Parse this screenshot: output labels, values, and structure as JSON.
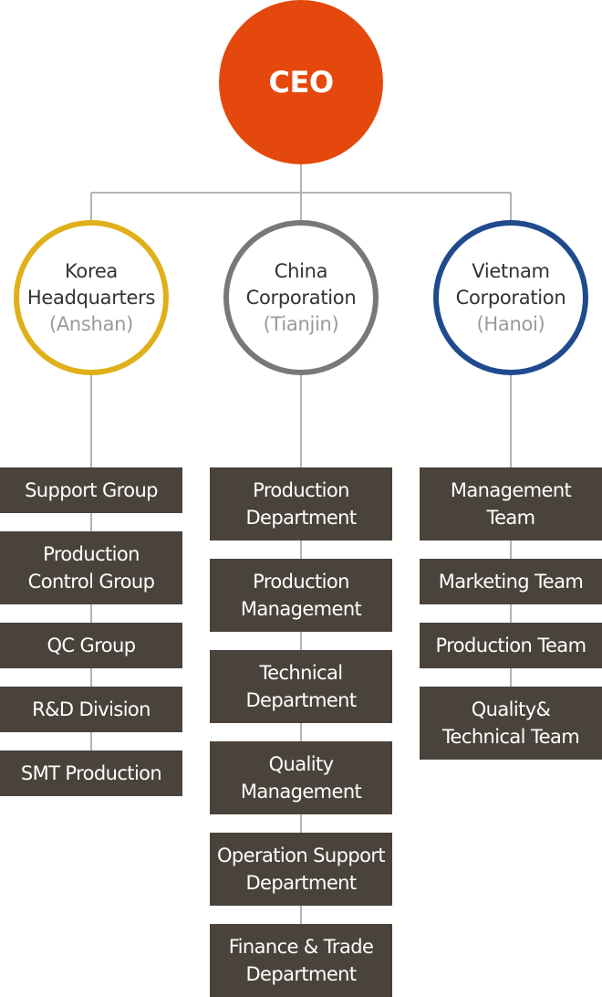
{
  "ceo": {
    "label": "CEO",
    "color": "#e5480d"
  },
  "connector_color": "#b4b4b4",
  "unit_color": "#4a433b",
  "branches": [
    {
      "name": "Korea\nHeadquarters",
      "location": "(Anshan)",
      "ring_color": "#e0b01a",
      "units": [
        "Support Group",
        "Production\nControl Group",
        "QC Group",
        "R&D Division",
        "SMT Production"
      ]
    },
    {
      "name": "China\nCorporation",
      "location": "(Tianjin)",
      "ring_color": "#78787a",
      "units": [
        "Production\nDepartment",
        "Production\nManagement",
        "Technical\nDepartment",
        "Quality\nManagement",
        "Operation Support\nDepartment",
        "Finance & Trade\nDepartment"
      ]
    },
    {
      "name": "Vietnam\nCorporation",
      "location": "(Hanoi)",
      "ring_color": "#1f4a8e",
      "units": [
        "Management\nTeam",
        "Marketing Team",
        "Production Team",
        "Quality&\nTechnical Team"
      ]
    }
  ]
}
